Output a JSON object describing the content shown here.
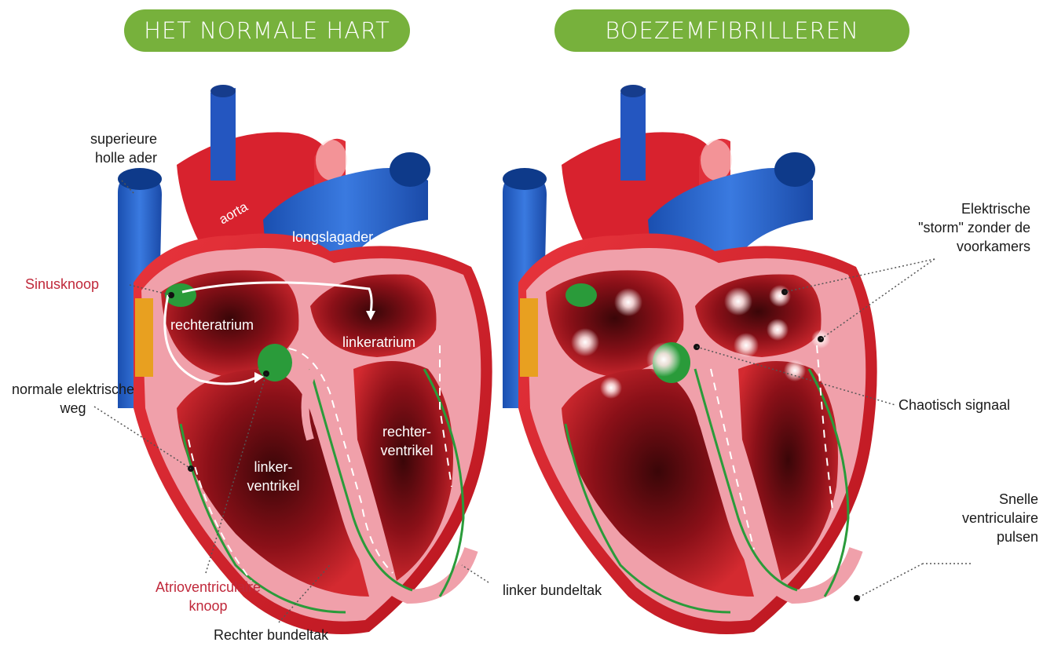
{
  "colors": {
    "pill": "#77b13c",
    "accent_text": "#c0283a",
    "heart_red": "#c8202c",
    "vessel_blue": "#1f5cc4",
    "node_green": "#2a9b3a"
  },
  "panels": {
    "left_title": "HET NORMALE HART",
    "right_title": "BOEZEMFIBRILLEREN"
  },
  "labels": {
    "superieure_line1": "superieure",
    "superieure_line2": "holle ader",
    "aorta": "aorta",
    "longslagader": "longslagader",
    "sinusknoop": "Sinusknoop",
    "rechteratrium": "rechteratrium",
    "linkeratrium": "linkeratrium",
    "normale_line1": "normale elektrische",
    "normale_line2": "weg",
    "linker_ventrikel_line1": "linker-",
    "linker_ventrikel_line2": "ventrikel",
    "rechter_ventrikel_line1": "rechter-",
    "rechter_ventrikel_line2": "ventrikel",
    "av_line1": "Atrioventriculaire",
    "av_line2": "knoop",
    "rechter_bundeltak": "Rechter bundeltak",
    "linker_bundeltak": "linker bundeltak",
    "storm_line1": "Elektrische",
    "storm_line2": "\"storm\" zonder de",
    "storm_line3": "voorkamers",
    "chaotisch": "Chaotisch signaal",
    "snelle_line1": "Snelle",
    "snelle_line2": "ventriculaire",
    "snelle_line3": "pulsen"
  }
}
